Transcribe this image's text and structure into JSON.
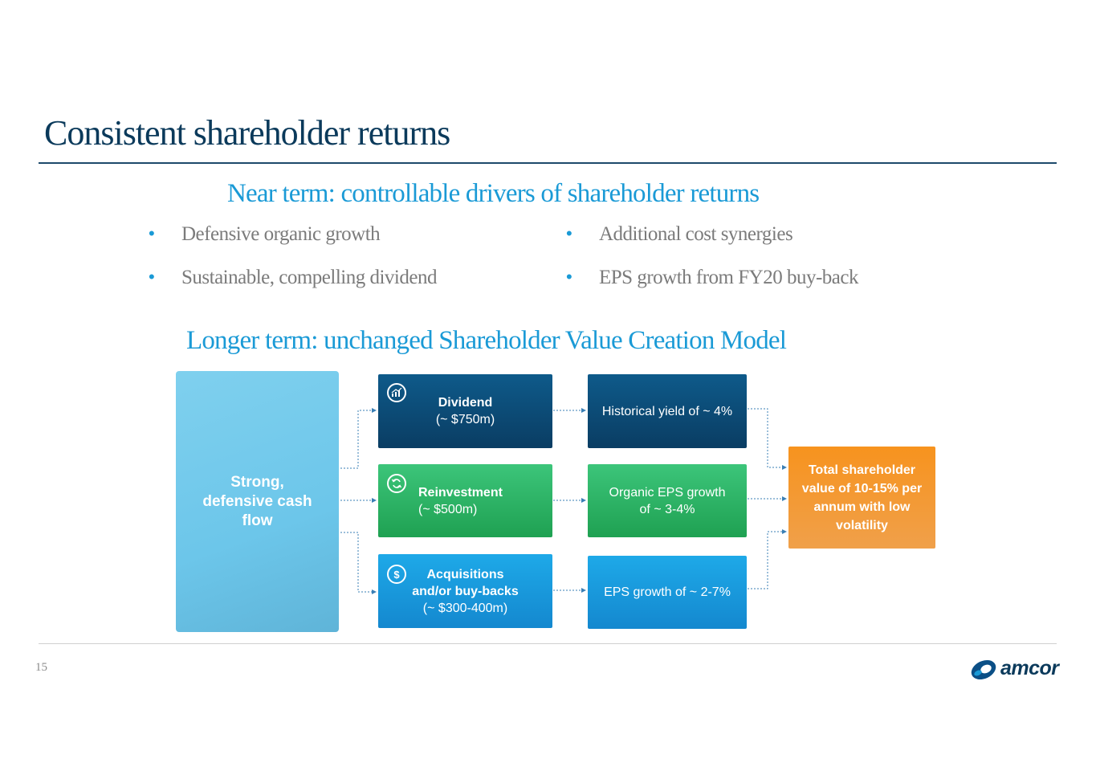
{
  "slide": {
    "title": "Consistent shareholder returns",
    "near_term_heading": "Near term: controllable drivers of shareholder returns",
    "bullets": [
      "Defensive organic growth",
      "Additional cost synergies",
      "Sustainable, compelling dividend",
      "EPS growth from FY20 buy-back"
    ],
    "bullet_glyph": "•",
    "longer_term_heading": "Longer term: unchanged Shareholder Value Creation Model",
    "page_number": "15",
    "logo_text": "amcor"
  },
  "diagram": {
    "source": {
      "lines": [
        "Strong,",
        "defensive cash",
        "flow"
      ]
    },
    "uses": [
      {
        "lines": [
          "Dividend",
          "(~ $750m)"
        ],
        "icon": "growth-chart-icon"
      },
      {
        "lines": [
          "Reinvestment",
          "(~ $500m)"
        ],
        "icon": "refresh-cycle-icon"
      },
      {
        "lines": [
          "Acquisitions",
          "and/or buy-backs",
          "(~ $300-400m)"
        ],
        "icon": "dollar-icon",
        "icon_glyph": "$"
      }
    ],
    "outcomes": [
      {
        "lines": [
          "Historical yield of ~ 4%"
        ]
      },
      {
        "lines": [
          "Organic EPS growth",
          "of ~ 3-4%"
        ]
      },
      {
        "lines": [
          "EPS growth of ~ 2-7%"
        ]
      }
    ],
    "result": {
      "lines": [
        "Total shareholder",
        "value of 10-15% per",
        "annum with low",
        "volatility"
      ]
    },
    "colors": {
      "navy": "#0a3d63",
      "green": "#1fa152",
      "blue": "#1488cf",
      "orange": "#f7931e",
      "light_blue": "#6cc6ea",
      "accent": "#1a9ad6",
      "title": "#0b3a5b"
    }
  }
}
